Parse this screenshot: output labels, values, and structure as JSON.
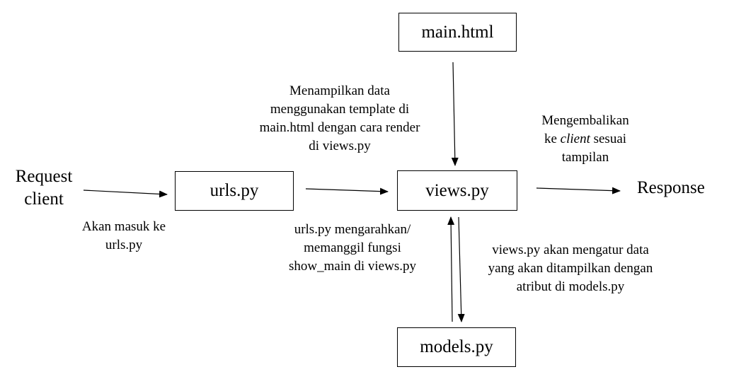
{
  "nodes": {
    "main_html": "main.html",
    "urls_py": "urls.py",
    "views_py": "views.py",
    "models_py": "models.py"
  },
  "endpoints": {
    "request_line1": "Request",
    "request_line2": "client",
    "response": "Response"
  },
  "labels": {
    "akan_masuk": [
      "Akan masuk ke",
      "urls.py"
    ],
    "menampilkan": [
      "Menampilkan data",
      "menggunakan template di",
      "main.html dengan cara render",
      "di views.py"
    ],
    "mengarahkan": [
      "urls.py mengarahkan/",
      "memanggil fungsi",
      "show_main di views.py"
    ],
    "mengembalikan_line1": "Mengembalikan",
    "mengembalikan_line2_pre": "ke ",
    "mengembalikan_line2_em": "client",
    "mengembalikan_line2_post": " sesuai",
    "mengembalikan_line3": "tampilan",
    "mengatur": [
      "views.py akan mengatur data",
      "yang akan ditampilkan dengan",
      "atribut di models.py"
    ]
  },
  "colors": {
    "stroke": "#000000",
    "background": "#ffffff"
  }
}
